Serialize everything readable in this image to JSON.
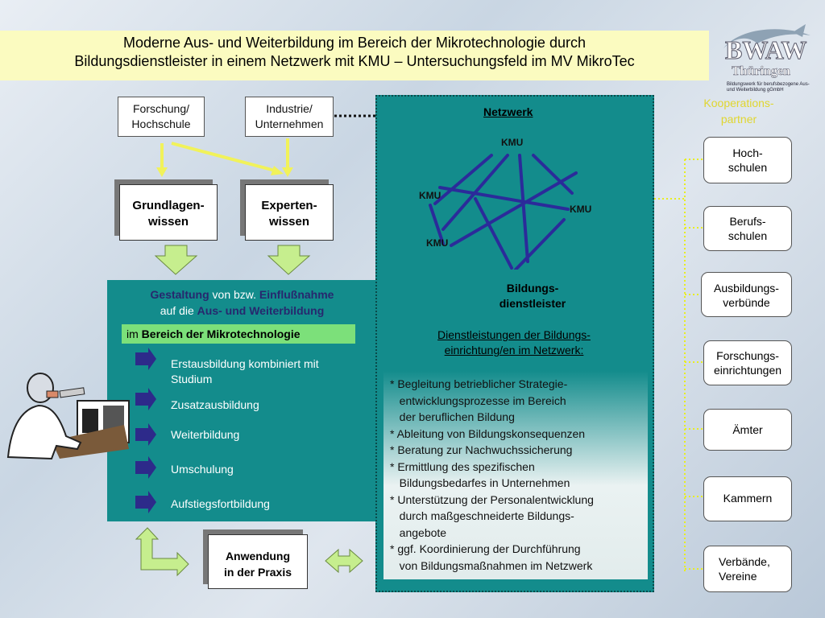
{
  "header": {
    "line1": "Moderne Aus- und Weiterbildung im Bereich der Mikrotechnologie durch",
    "line2": "Bildungsdienstleister in einem Netzwerk mit KMU – Untersuchungsfeld im MV MikroTec"
  },
  "logo": {
    "main": "BWAW",
    "sub": "Thüringen",
    "tagline": "Bildungswerk für berufsbezogene Aus- und Weiterbildung gGmbH"
  },
  "top_boxes": {
    "forschung": [
      "Forschung/",
      "Hochschule"
    ],
    "industrie": [
      "Industrie/",
      "Unternehmen"
    ]
  },
  "knowledge": {
    "grundlagen": [
      "Grundlagen-",
      "wissen"
    ],
    "experten": [
      "Experten-",
      "wissen"
    ]
  },
  "gestaltung": {
    "line1_a": "Gestaltung",
    "line1_b": " von bzw. ",
    "line1_c": "Einflußnahme",
    "line2_a": "auf die ",
    "line2_b": "Aus- und Weiterbildung",
    "banner_a": "im ",
    "banner_b": "Bereich der Mikrotechnologie"
  },
  "education_items": [
    [
      "Erstausbildung kombiniert mit",
      "Studium"
    ],
    [
      "Zusatzausbildung"
    ],
    [
      "Weiterbildung"
    ],
    [
      "Umschulung"
    ],
    [
      "Aufstiegsfortbildung"
    ]
  ],
  "anwendung": [
    "Anwendung",
    "in der Praxis"
  ],
  "netzwerk": {
    "title": "Netzwerk",
    "kmu": "KMU",
    "dienstleister": [
      "Bildungs-",
      "dienstleister"
    ],
    "services_title": [
      "Dienstleistungen der Bildungs-",
      "einrichtung/en im Netzwerk:"
    ],
    "services": [
      "* Begleitung betrieblicher Strategie-",
      "   entwicklungsprozesse im Bereich",
      "   der beruflichen Bildung",
      "* Ableitung von Bildungskonsequenzen",
      "* Beratung zur Nachwuchssicherung",
      "* Ermittlung des spezifischen",
      "   Bildungsbedarfes in Unternehmen",
      "* Unterstützung der Personalentwicklung",
      "   durch maßgeschneiderte Bildungs-",
      "   angebote",
      "* ggf. Koordinierung der Durchführung",
      "   von Bildungsmaßnahmen im Netzwerk"
    ]
  },
  "kooperation": [
    "Kooperations-",
    "partner"
  ],
  "partners": [
    [
      "Hoch-",
      "schulen"
    ],
    [
      "Berufs-",
      "schulen"
    ],
    [
      "Ausbildungs-",
      "verbünde"
    ],
    [
      "Forschungs-",
      "einrichtungen"
    ],
    [
      "Ämter"
    ],
    [
      "Kammern"
    ],
    [
      "Verbände,",
      "Vereine"
    ]
  ],
  "colors": {
    "teal": "#138c8c",
    "header_bg": "#fbfbc0",
    "arrow_green": "#c6ee8e",
    "arrow_yellow": "#f1f25a",
    "navy": "#27286e",
    "banner_green": "#7ce07a"
  }
}
